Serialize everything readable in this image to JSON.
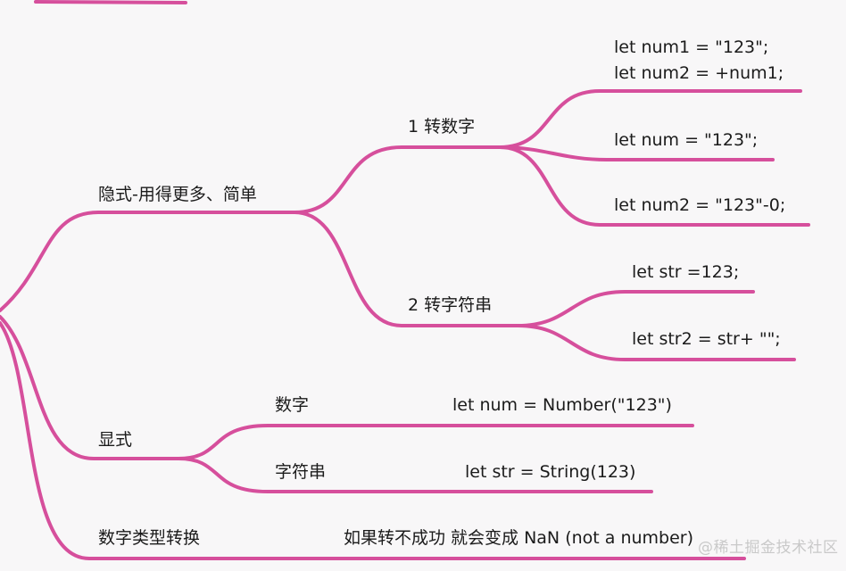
{
  "branch_color": "#d64f9c",
  "background": "#f8f7f8",
  "nodes": {
    "implicit": "隐式-用得更多、简单",
    "to_number": "1 转数字",
    "num_line1": "let num1 = \"123\";",
    "num_line2": "let num2 = +num1;",
    "num_line3": "let num = \"123\";",
    "num_line4": "let num2 = \"123\"-0;",
    "to_string": "2 转字符串",
    "str_line1": "let str =123;",
    "str_line2": "let str2 = str+ \"\";",
    "explicit": "显式",
    "number_label": "数字",
    "number_example": "let num = Number(\"123\")",
    "string_label": "字符串",
    "string_example": "let str = String(123)",
    "conversion": "数字类型转换",
    "nan_note": "如果转不成功 就会变成 NaN  (not a  number)"
  },
  "watermark": "@稀土掘金技术社区"
}
